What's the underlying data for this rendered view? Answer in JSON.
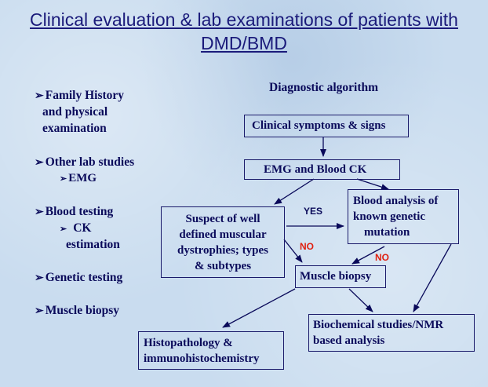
{
  "title": {
    "line1": "Clinical evaluation & lab examinations of patients with",
    "line2": "DMD/BMD"
  },
  "bullets": {
    "family_history": [
      "Family History",
      "and physical",
      "examination"
    ],
    "other_lab": "Other lab studies",
    "emg": "EMG",
    "blood_testing": "Blood testing",
    "ck": [
      "CK",
      "estimation"
    ],
    "genetic_testing": "Genetic testing",
    "muscle_biopsy": "Muscle biopsy"
  },
  "flowchart": {
    "heading": "Diagnostic algorithm",
    "clinical": "Clinical symptoms & signs",
    "emg_ck": "EMG and Blood CK",
    "suspect": [
      "Suspect of well",
      "defined muscular",
      "dystrophies; types",
      "& subtypes"
    ],
    "blood_analysis": [
      "Blood analysis of",
      "known genetic",
      "mutation"
    ],
    "muscle_biopsy": "Muscle biopsy",
    "histopathology": [
      "Histopathology &",
      "immunohistochemistry"
    ],
    "biochemical": [
      "Biochemical studies/NMR",
      "based analysis"
    ],
    "yes_label": "YES",
    "no_label_1": "NO",
    "no_label_2": "NO"
  },
  "colors": {
    "background": "#c9dcef",
    "title": "#1a1a7a",
    "text": "#0a0a5a",
    "box_border": "#1a1a6a",
    "no_label": "#e02010",
    "yes_label": "#0a0a5a"
  }
}
